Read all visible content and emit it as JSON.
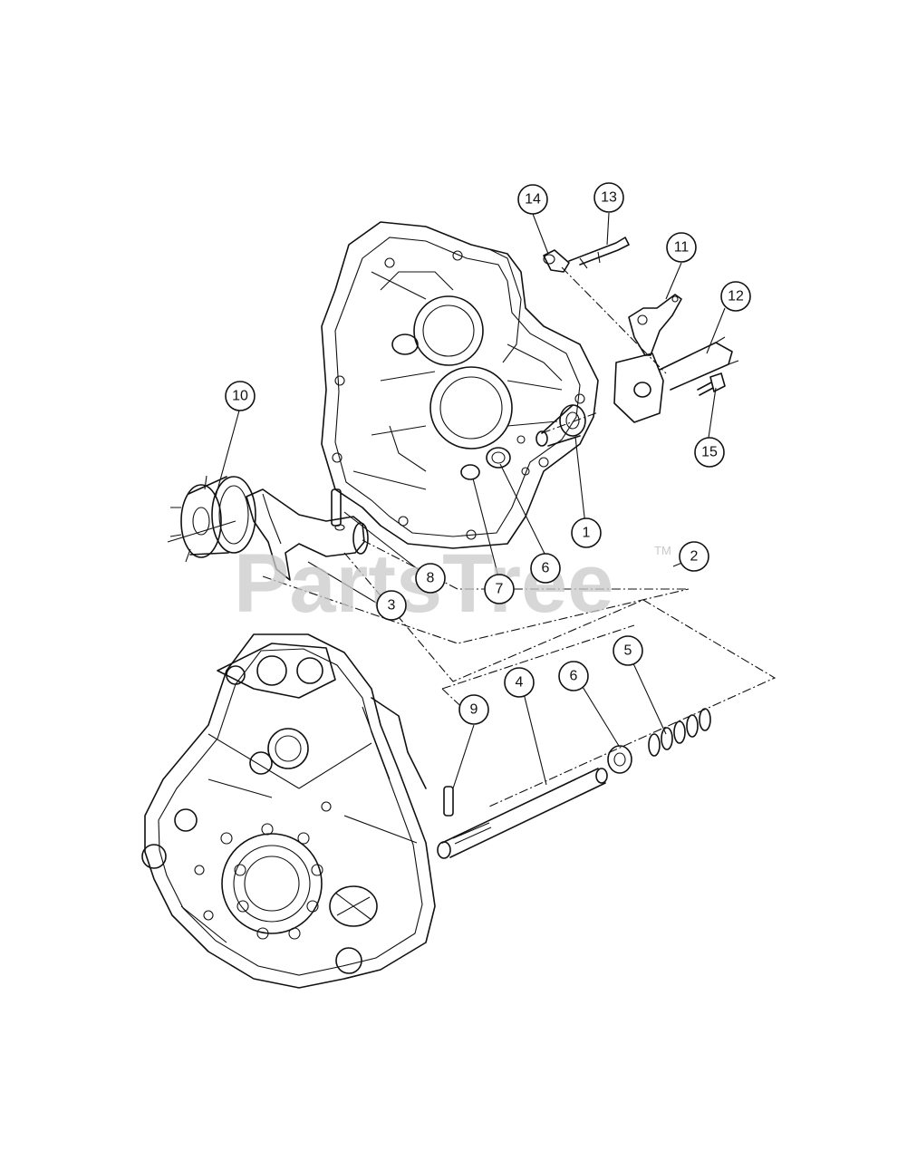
{
  "watermark": {
    "text": "PartsTree",
    "trademark": "TM"
  },
  "callouts": [
    {
      "id": "c1",
      "label": "1"
    },
    {
      "id": "c2",
      "label": "2"
    },
    {
      "id": "c3",
      "label": "3"
    },
    {
      "id": "c4",
      "label": "4"
    },
    {
      "id": "c5",
      "label": "5"
    },
    {
      "id": "c6a",
      "label": "6"
    },
    {
      "id": "c6b",
      "label": "6"
    },
    {
      "id": "c7",
      "label": "7"
    },
    {
      "id": "c8",
      "label": "8"
    },
    {
      "id": "c9",
      "label": "9"
    },
    {
      "id": "c10",
      "label": "10"
    },
    {
      "id": "c11",
      "label": "11"
    },
    {
      "id": "c12",
      "label": "12"
    },
    {
      "id": "c13",
      "label": "13"
    },
    {
      "id": "c14",
      "label": "14"
    },
    {
      "id": "c15",
      "label": "15"
    }
  ]
}
